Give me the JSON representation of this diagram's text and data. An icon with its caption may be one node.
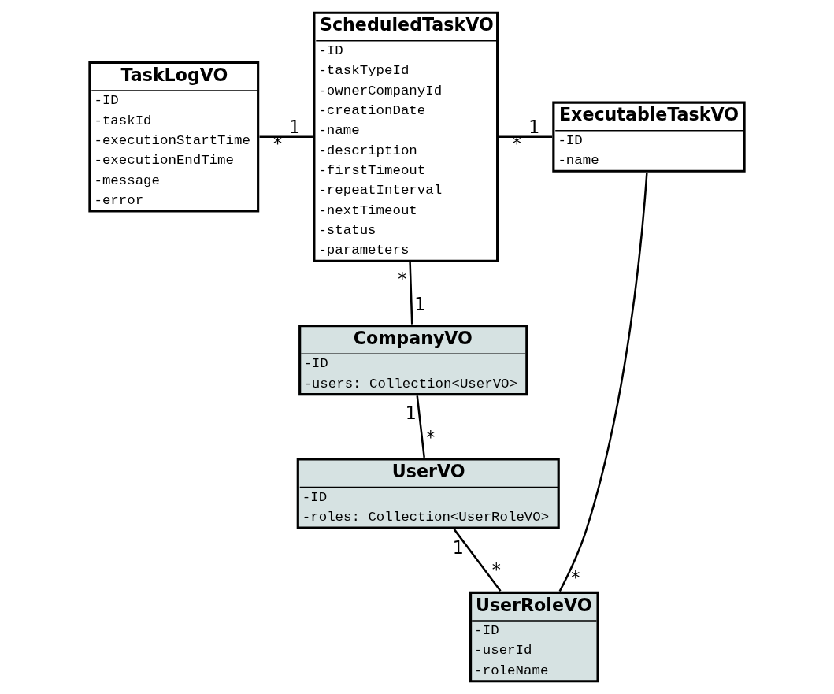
{
  "diagram": {
    "nodes": [
      {
        "text": [
          "TaskLogVO",
          "-ID",
          "-taskId",
          "-executionStartTime",
          "-executionEndTime",
          "-message",
          "-error"
        ]
      },
      {
        "text": [
          "ScheduledTaskVO",
          "-ID",
          "-taskTypeId",
          "-ownerCompanyId",
          "-creationDate",
          "-name",
          "-description",
          "-firstTimeout",
          "-repeatInterval",
          "-nextTimeout",
          "-status",
          "-parameters"
        ]
      },
      {
        "text": [
          "ExecutableTaskVO",
          "-ID",
          "-name"
        ]
      },
      {
        "text": [
          "CompanyVO",
          "-ID",
          "-users: Collection<UserVO>"
        ]
      },
      {
        "text": [
          "UserVO",
          "-ID",
          "-roles: Collection<UserRoleVO>"
        ]
      },
      {
        "text": [
          "UserRoleVO",
          "-ID",
          "-userId",
          "-roleName"
        ]
      }
    ],
    "edges": [
      {
        "from": 0,
        "to": 1,
        "arrow": "none"
      },
      {
        "from": 1,
        "to": 2,
        "arrow": "none"
      },
      {
        "from": 1,
        "to": 3,
        "arrow": "none"
      },
      {
        "from": 3,
        "to": 4,
        "arrow": "none"
      },
      {
        "from": 4,
        "to": 5,
        "arrow": "none"
      },
      {
        "from": 2,
        "to": 5,
        "arrow": "none"
      }
    ],
    "labels": [
      "1",
      "*",
      "*",
      "1",
      "*",
      "1",
      "1",
      "*",
      "1",
      "*",
      "*"
    ]
  }
}
